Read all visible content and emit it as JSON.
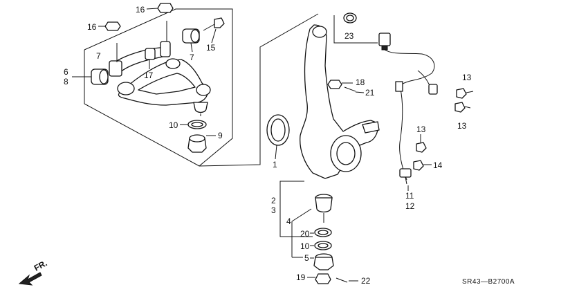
{
  "callouts": {
    "c16a": "16",
    "c16b": "16",
    "c7a": "7",
    "c7b": "7",
    "c15": "15",
    "c6": "6",
    "c8": "8",
    "c17": "17",
    "c10a": "10",
    "c9": "9",
    "c23": "23",
    "c18": "18",
    "c21": "21",
    "c13a": "13",
    "c13b": "13",
    "c13c": "13",
    "c14": "14",
    "c11": "11",
    "c12": "12",
    "c1": "1",
    "c2": "2",
    "c3": "3",
    "c4": "4",
    "c20": "20",
    "c10b": "10",
    "c5": "5",
    "c19": "19",
    "c22": "22"
  },
  "direction_label": "FR.",
  "diagram_code": "SR43—B2700A"
}
